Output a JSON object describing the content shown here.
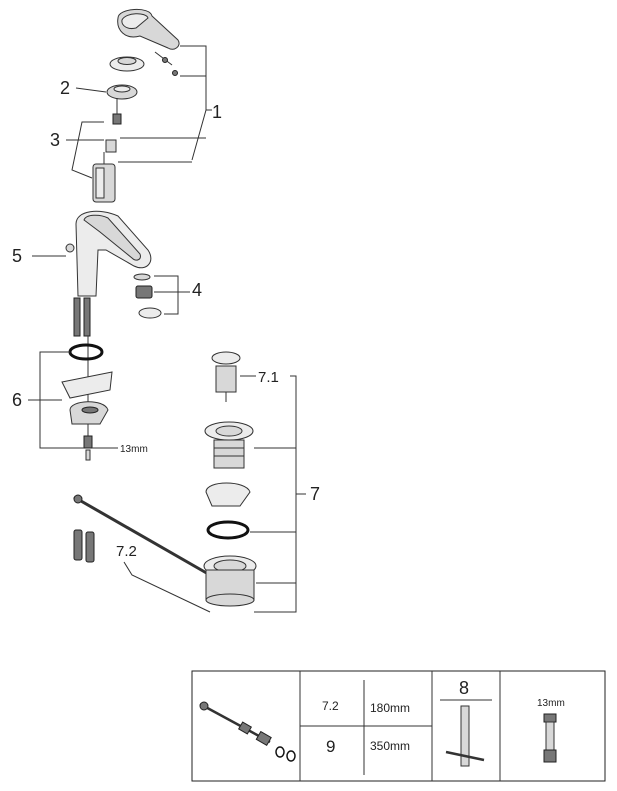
{
  "callouts": {
    "c1": "1",
    "c2": "2",
    "c3": "3",
    "c4": "4",
    "c5": "5",
    "c6": "6",
    "c7": "7",
    "c71": "7.1",
    "c72": "7.2",
    "wrench_size": "13mm"
  },
  "table": {
    "row1_code": "7.2",
    "row1_value": "180mm",
    "row2_code": "9",
    "row2_value": "350mm",
    "tool_label": "8",
    "wrench_label": "13mm"
  }
}
